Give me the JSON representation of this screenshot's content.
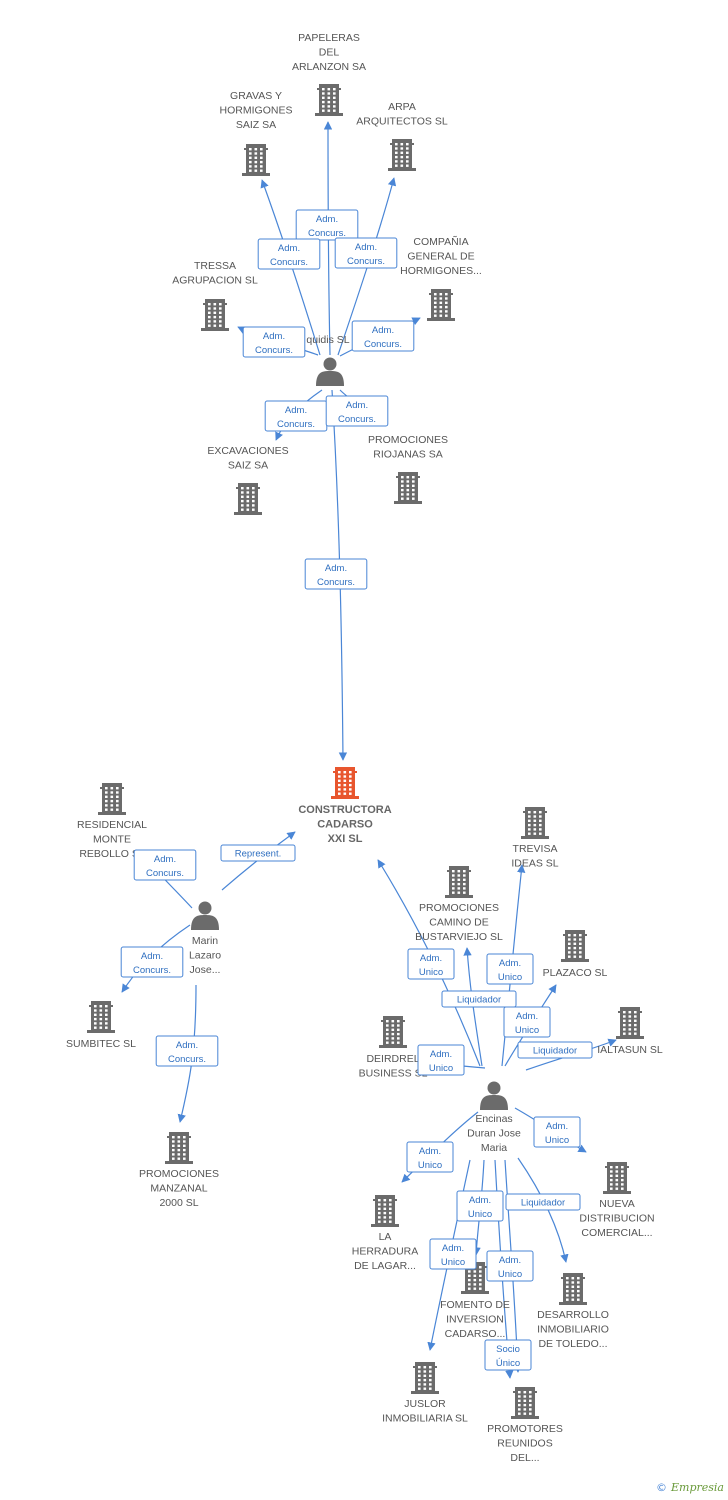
{
  "colors": {
    "edge": "#4a86d6",
    "building": "#6b6b6b",
    "main_building": "#e8562e",
    "person": "#6b6b6b"
  },
  "footer": {
    "copyright_symbol": "©",
    "brand": "Empresia"
  },
  "nodes": [
    {
      "id": "papeleras",
      "type": "company",
      "lines": [
        "PAPELERAS",
        "DEL",
        "ARLANZON SA"
      ]
    },
    {
      "id": "gravas",
      "type": "company",
      "lines": [
        "GRAVAS Y",
        "HORMIGONES",
        "SAIZ SA"
      ]
    },
    {
      "id": "arpa",
      "type": "company",
      "lines": [
        "ARPA",
        "ARQUITECTOS SL"
      ]
    },
    {
      "id": "compania",
      "type": "company",
      "lines": [
        "COMPAÑIA",
        "GENERAL DE",
        "HORMIGONES..."
      ]
    },
    {
      "id": "tressa",
      "type": "company",
      "lines": [
        "TRESSA",
        "AGRUPACION SL"
      ]
    },
    {
      "id": "quidis",
      "type": "person",
      "lines": [
        "quidis SL"
      ]
    },
    {
      "id": "excavaciones",
      "type": "company",
      "lines": [
        "EXCAVACIONES",
        "SAIZ SA"
      ]
    },
    {
      "id": "promociones_riojanas",
      "type": "company",
      "lines": [
        "PROMOCIONES",
        "RIOJANAS SA"
      ]
    },
    {
      "id": "constructora",
      "type": "main",
      "lines": [
        "CONSTRUCTORA",
        "CADARSO",
        "XXI SL"
      ]
    },
    {
      "id": "residencial",
      "type": "company",
      "lines": [
        "RESIDENCIAL",
        "MONTE",
        "REBOLLO SL"
      ]
    },
    {
      "id": "marin",
      "type": "person",
      "lines": [
        "Marin",
        "Lazaro",
        "Jose..."
      ]
    },
    {
      "id": "sumbitec",
      "type": "company",
      "lines": [
        "SUMBITEC SL"
      ]
    },
    {
      "id": "manzanal",
      "type": "company",
      "lines": [
        "PROMOCIONES",
        "MANZANAL",
        "2000 SL"
      ]
    },
    {
      "id": "trevisa",
      "type": "company",
      "lines": [
        "TREVISA",
        "IDEAS SL"
      ]
    },
    {
      "id": "camino",
      "type": "company",
      "lines": [
        "PROMOCIONES",
        "CAMINO DE",
        "BUSTARVIEJO SL"
      ]
    },
    {
      "id": "plazaco",
      "type": "company",
      "lines": [
        "PLAZACO SL"
      ]
    },
    {
      "id": "deirdrel",
      "type": "company",
      "lines": [
        "DEIRDREL",
        "BUSINESS SL"
      ]
    },
    {
      "id": "ialtasun",
      "type": "company",
      "lines": [
        "IALTASUN SL"
      ]
    },
    {
      "id": "encinas",
      "type": "person",
      "lines": [
        "Encinas",
        "Duran Jose",
        "Maria"
      ]
    },
    {
      "id": "nueva",
      "type": "company",
      "lines": [
        "NUEVA",
        "DISTRIBUCION",
        "COMERCIAL..."
      ]
    },
    {
      "id": "herradura",
      "type": "company",
      "lines": [
        "LA",
        "HERRADURA",
        "DE LAGAR..."
      ]
    },
    {
      "id": "fomento",
      "type": "company",
      "lines": [
        "FOMENTO DE",
        "INVERSION",
        "CADARSO..."
      ]
    },
    {
      "id": "desarrollo",
      "type": "company",
      "lines": [
        "DESARROLLO",
        "INMOBILIARIO",
        "DE TOLEDO..."
      ]
    },
    {
      "id": "juslor",
      "type": "company",
      "lines": [
        "JUSLOR",
        "INMOBILIARIA SL"
      ]
    },
    {
      "id": "promotores",
      "type": "company",
      "lines": [
        "PROMOTORES",
        "REUNIDOS",
        "DEL..."
      ]
    }
  ],
  "edges": [
    {
      "from": "quidis",
      "to": "papeleras",
      "lines": [
        "Adm.",
        "Concurs."
      ]
    },
    {
      "from": "quidis",
      "to": "gravas",
      "lines": [
        "Adm.",
        "Concurs."
      ]
    },
    {
      "from": "quidis",
      "to": "arpa",
      "lines": [
        "Adm.",
        "Concurs."
      ]
    },
    {
      "from": "quidis",
      "to": "tressa",
      "lines": [
        "Adm.",
        "Concurs."
      ]
    },
    {
      "from": "quidis",
      "to": "compania",
      "lines": [
        "Adm.",
        "Concurs."
      ]
    },
    {
      "from": "quidis",
      "to": "excavaciones",
      "lines": [
        "Adm.",
        "Concurs."
      ]
    },
    {
      "from": "quidis",
      "to": "promociones_riojanas",
      "lines": [
        "Adm.",
        "Concurs."
      ]
    },
    {
      "from": "quidis",
      "to": "constructora",
      "lines": [
        "Adm.",
        "Concurs."
      ]
    },
    {
      "from": "marin",
      "to": "residencial",
      "lines": [
        "Adm.",
        "Concurs."
      ]
    },
    {
      "from": "marin",
      "to": "constructora",
      "lines": [
        "Represent."
      ]
    },
    {
      "from": "marin",
      "to": "sumbitec",
      "lines": [
        "Adm.",
        "Concurs."
      ]
    },
    {
      "from": "marin",
      "to": "manzanal",
      "lines": [
        "Adm.",
        "Concurs."
      ]
    },
    {
      "from": "encinas",
      "to": "constructora",
      "lines": [
        "Adm.",
        "Unico"
      ]
    },
    {
      "from": "encinas",
      "to": "camino",
      "lines": [
        "Liquidador"
      ]
    },
    {
      "from": "encinas",
      "to": "trevisa",
      "lines": [
        "Adm.",
        "Unico"
      ]
    },
    {
      "from": "encinas",
      "to": "plazaco",
      "lines": [
        "Adm.",
        "Unico"
      ]
    },
    {
      "from": "encinas",
      "to": "ialtasun",
      "lines": [
        "Liquidador"
      ]
    },
    {
      "from": "encinas",
      "to": "deirdrel",
      "lines": [
        "Adm.",
        "Unico"
      ]
    },
    {
      "from": "encinas",
      "to": "nueva",
      "lines": [
        "Adm.",
        "Unico"
      ]
    },
    {
      "from": "encinas",
      "to": "herradura",
      "lines": [
        "Adm.",
        "Unico"
      ]
    },
    {
      "from": "encinas",
      "to": "desarrollo",
      "lines": [
        "Liquidador"
      ]
    },
    {
      "from": "encinas",
      "to": "fomento",
      "lines": [
        "Adm.",
        "Unico"
      ]
    },
    {
      "from": "encinas",
      "to": "juslor",
      "lines": [
        "Adm.",
        "Unico"
      ]
    },
    {
      "from": "encinas",
      "to": "promotores",
      "lines": [
        "Adm.",
        "Unico"
      ]
    },
    {
      "from": "encinas",
      "to": "promotores",
      "lines": [
        "Socio",
        "Único"
      ]
    }
  ]
}
